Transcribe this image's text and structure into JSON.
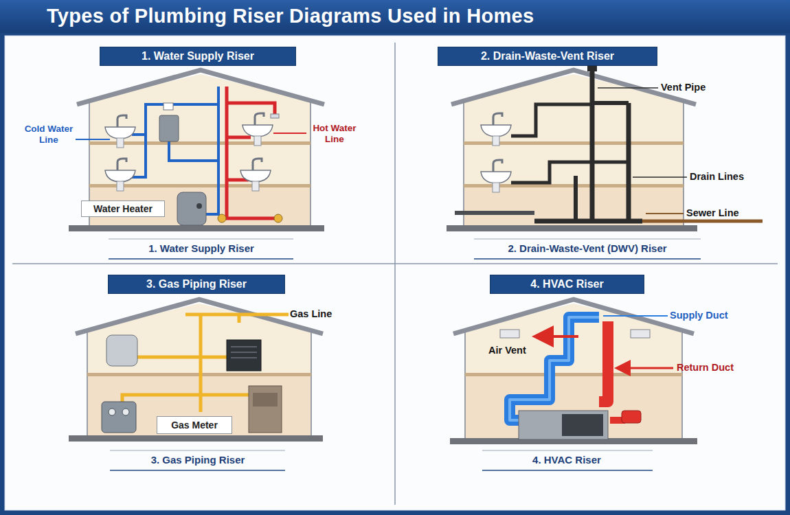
{
  "diagram": {
    "title": "Types of Plumbing Riser Diagrams Used in Homes",
    "nodes": [
      {
        "text": [
          "1. Water Supply Riser"
        ]
      },
      {
        "text": [
          "Water Heater"
        ]
      },
      {
        "text": [
          "2. Drain-Waste-Vent Riser"
        ]
      },
      {
        "text": [
          "3. Gas Piping Riser"
        ]
      },
      {
        "text": [
          "Gas Meter"
        ]
      },
      {
        "text": [
          "4. HVAC Riser"
        ]
      }
    ],
    "labels": [
      "Cold Water Line",
      "Hot Water Line",
      "1. Water Supply Riser",
      "Vent Pipe",
      "Drain Lines",
      "Sewer Line",
      "2. Drain-Waste-Vent (DWV) Riser",
      "Gas Line",
      "3. Gas Piping Riser",
      "Supply Duct",
      "Air Vent",
      "Return Duct",
      "4. HVAC Riser"
    ]
  }
}
